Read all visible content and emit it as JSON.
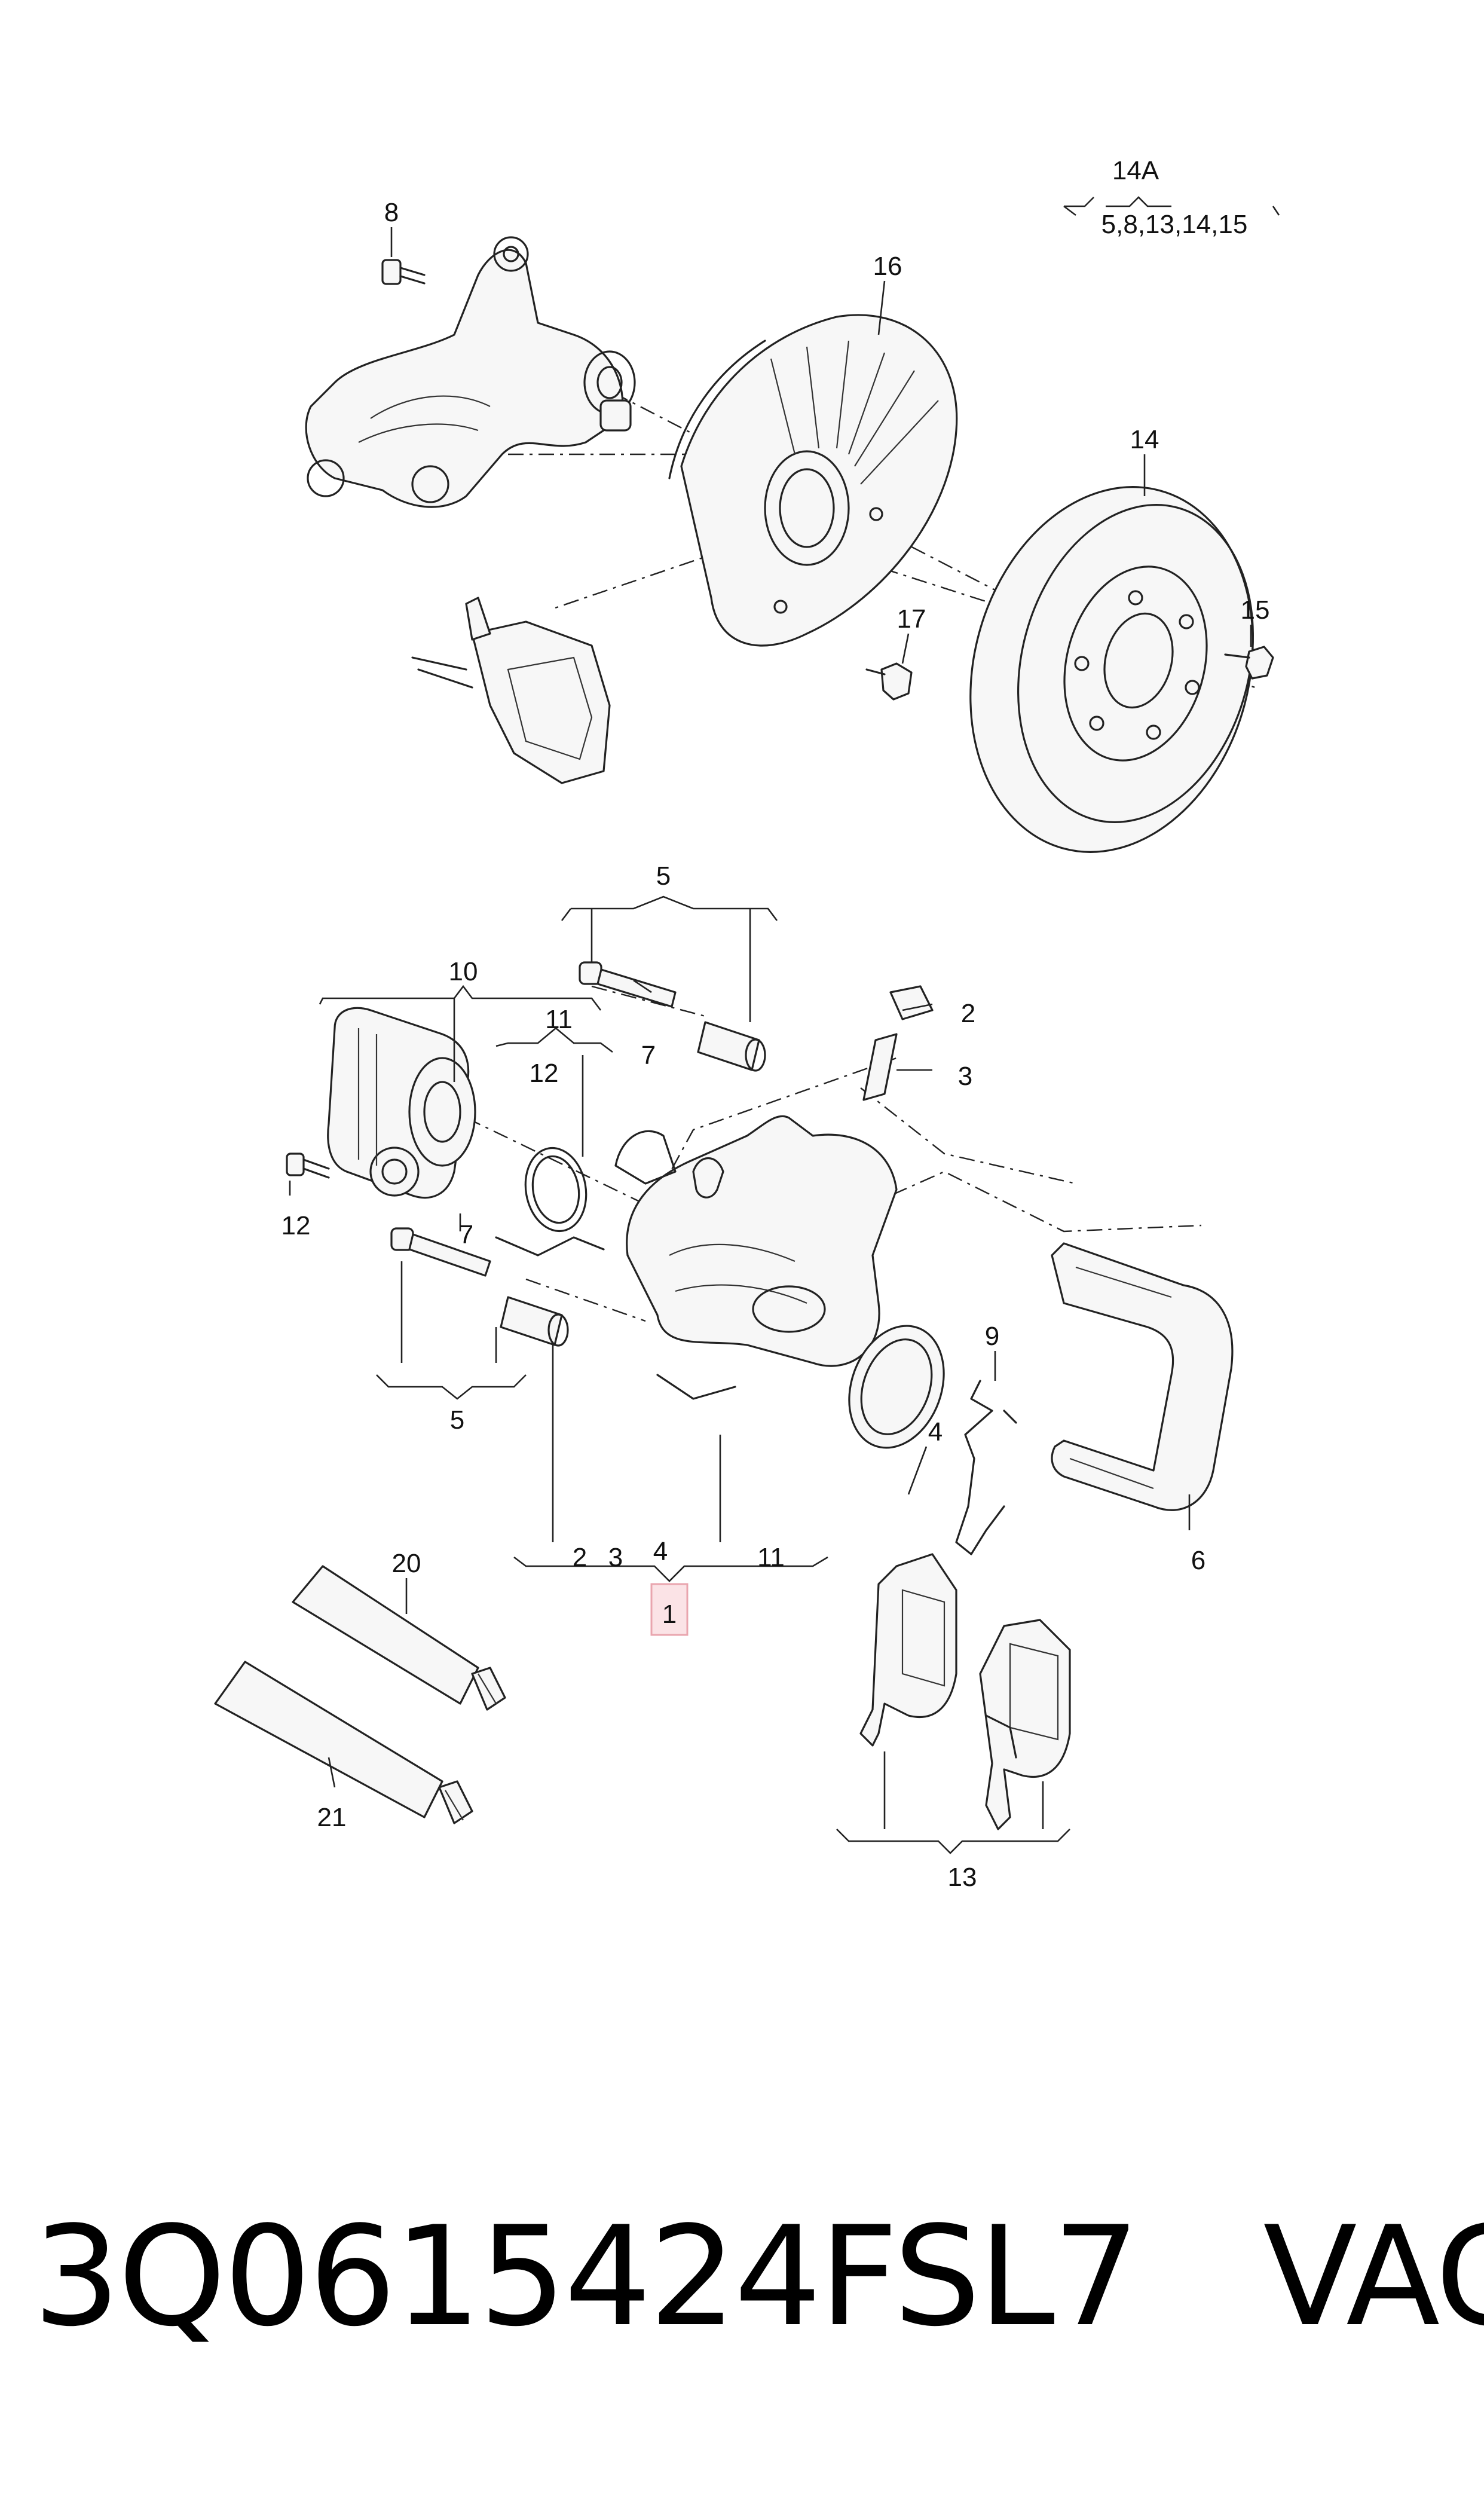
{
  "callouts": {
    "c1": "1",
    "c2a": "2",
    "c2b": "2",
    "c3a": "3",
    "c3b": "3",
    "c4a": "4",
    "c4b": "4",
    "c5top": "5",
    "c5bot": "5",
    "c6": "6",
    "c7a": "7",
    "c7b": "7",
    "c8": "8",
    "c9": "9",
    "c10": "10",
    "c11a": "11",
    "c11b": "11",
    "c12a": "12",
    "c12b": "12",
    "c13": "13",
    "c14": "14",
    "c14a": "14A",
    "c14a_list": "5,8,13,14,15",
    "c15": "15",
    "c16": "16",
    "c17": "17",
    "c20": "20",
    "c21": "21"
  },
  "footer": {
    "part_number": "3Q0615424FSL7",
    "brand": "VAG"
  },
  "colors": {
    "line": "#222222",
    "highlight_fill": "#fbe3e6",
    "highlight_stroke": "#e9a5ae"
  }
}
